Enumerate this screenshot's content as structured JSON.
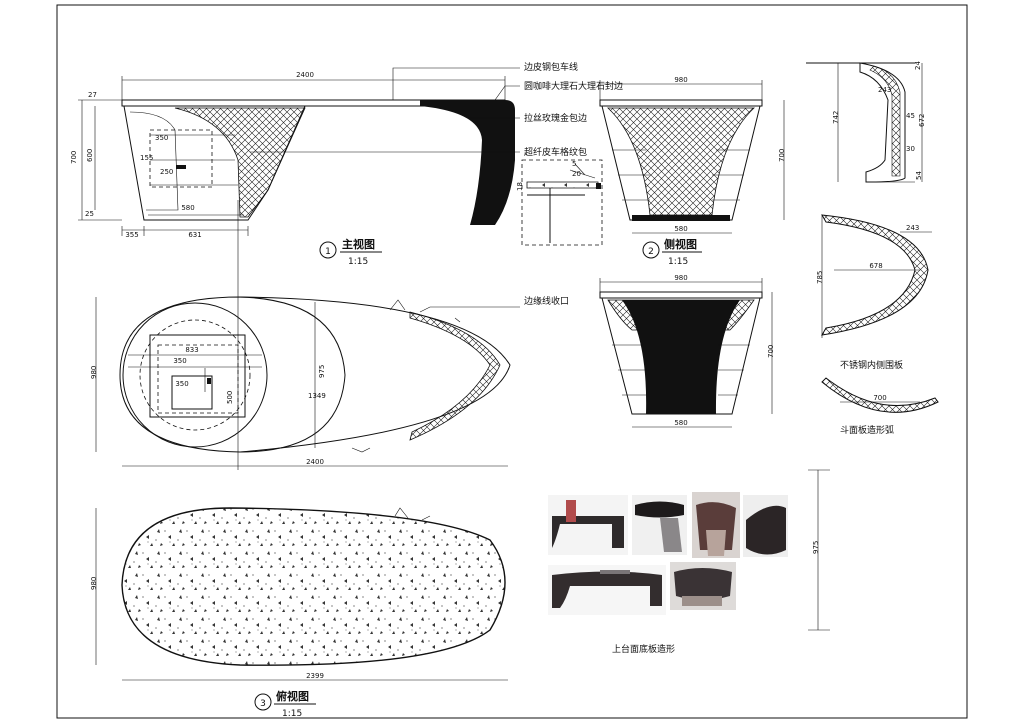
{
  "notes": {
    "note1": "边皮钢包车线",
    "note2": "圆咖啡大理石大理石封边",
    "note3": "拉丝玫瑰金包边",
    "note4": "超纤皮车格纹包",
    "note5": "边缘线收口"
  },
  "views": {
    "front": {
      "num": "1",
      "title": "主视图",
      "scale": "1:15"
    },
    "side": {
      "num": "2",
      "title": "侧视图",
      "scale": "1:15"
    },
    "top": {
      "num": "3",
      "title": "俯视图",
      "scale": "1:15"
    }
  },
  "captions": {
    "panel": "不锈钢内侧围板",
    "arc": "斗面板造形弧",
    "photos": "上台面底板造形"
  },
  "dims": {
    "front_len": "2400",
    "front_h1": "27",
    "front_h2": "700",
    "front_h3": "600",
    "front_h4": "25",
    "front_b1": "355",
    "front_b2": "631",
    "front_b3": "580",
    "front_i1": "350",
    "front_i2": "155",
    "front_i3": "250",
    "detail_a": "5",
    "detail_b": "20",
    "detail_c": "18",
    "side_w": "980",
    "side_h": "700",
    "side_base": "580",
    "sec_w": "980",
    "sec_h": "700",
    "sec_base": "580",
    "prof_h": "742",
    "prof_d1": "243",
    "prof_d2": "45",
    "prof_d3": "30",
    "prof_t1": "24",
    "prof_t2": "54",
    "prof_m": "672",
    "curve_w": "678",
    "curve_h": "785",
    "curve_d": "243",
    "arc_w": "700",
    "plan_w": "980",
    "plan_i1": "833",
    "plan_i2": "350",
    "plan_i3": "350",
    "plan_i4": "500",
    "plan_m1": "975",
    "plan_m2": "1349",
    "plan_len": "2400",
    "top_h": "980",
    "top_len": "2399",
    "photo_h": "975"
  }
}
